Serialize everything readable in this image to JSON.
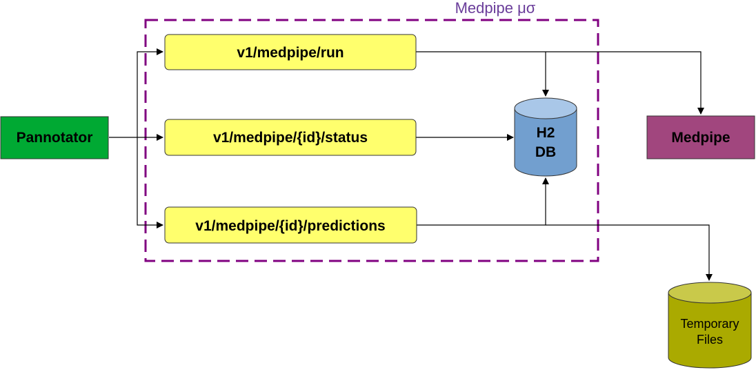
{
  "boundary": {
    "label": "Medpipe μσ",
    "color": "#800080",
    "label_color": "#6a3d9a"
  },
  "nodes": {
    "pannotator": {
      "label": "Pannotator",
      "fill": "#00a933"
    },
    "medpipe": {
      "label": "Medpipe",
      "fill": "#a1467e"
    },
    "endpoint_run": {
      "label": "v1/medpipe/run",
      "fill": "#ffff6d"
    },
    "endpoint_status": {
      "label": "v1/medpipe/{id}/status",
      "fill": "#ffff6d"
    },
    "endpoint_predictions": {
      "label": "v1/medpipe/{id}/predictions",
      "fill": "#ffff6d"
    },
    "h2db": {
      "label_line1": "H2",
      "label_line2": "DB",
      "fill": "#729fcf",
      "top_fill": "#a9c7e8"
    },
    "temp_files": {
      "label_line1": "Temporary",
      "label_line2": "Files",
      "fill": "#aaaa00",
      "top_fill": "#c9c94a"
    }
  },
  "edges": [
    {
      "from": "pannotator",
      "to": "endpoint_run"
    },
    {
      "from": "pannotator",
      "to": "endpoint_status"
    },
    {
      "from": "pannotator",
      "to": "endpoint_predictions"
    },
    {
      "from": "endpoint_run",
      "to": "h2db"
    },
    {
      "from": "endpoint_run",
      "to": "medpipe"
    },
    {
      "from": "endpoint_status",
      "to": "h2db"
    },
    {
      "from": "endpoint_predictions",
      "to": "h2db"
    },
    {
      "from": "endpoint_predictions",
      "to": "temp_files"
    }
  ]
}
